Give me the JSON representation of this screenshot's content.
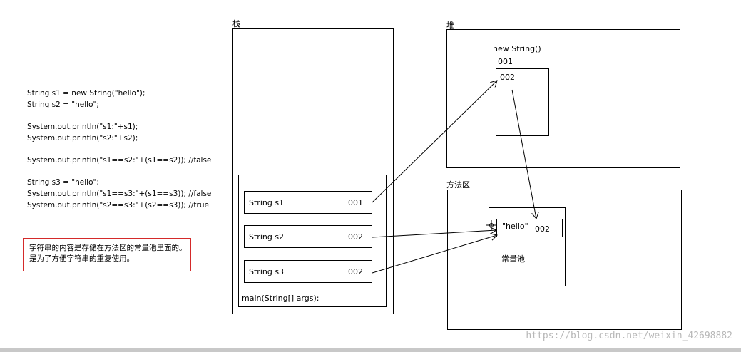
{
  "code_lines": [
    "String s1 = new String(\"hello\");",
    "String s2 = \"hello\";",
    "",
    "System.out.println(\"s1:\"+s1);",
    "System.out.println(\"s2:\"+s2);",
    "",
    "System.out.println(\"s1==s2:\"+(s1==s2)); //false",
    "",
    "String s3 = \"hello\";",
    "System.out.println(\"s1==s3:\"+(s1==s3)); //false",
    "System.out.println(\"s2==s3:\"+(s2==s3)); //true"
  ],
  "note": {
    "line1": "字符串的内容是存储在方法区的常量池里面的。",
    "line2": "是为了方便字符串的重复使用。"
  },
  "stack": {
    "title": "栈",
    "frame_label": "main(String[] args):",
    "vars": [
      {
        "name": "String s1",
        "addr": "001"
      },
      {
        "name": "String s2",
        "addr": "002"
      },
      {
        "name": "String s3",
        "addr": "002"
      }
    ]
  },
  "heap": {
    "title": "堆",
    "object_label": "new String()",
    "object_addr": "001",
    "inner_value": "002"
  },
  "method_area": {
    "title": "方法区",
    "pool_label": "常量池",
    "literal": "\"hello\"",
    "literal_addr": "002"
  },
  "watermark": "https://blog.csdn.net/weixin_42698882"
}
